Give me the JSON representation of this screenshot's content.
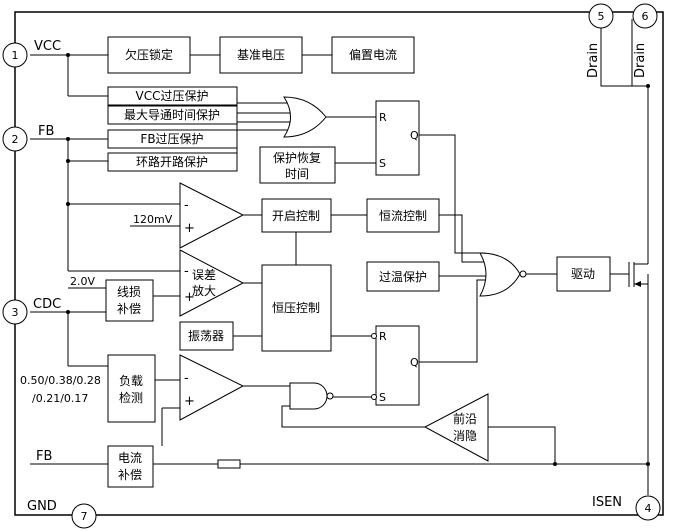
{
  "pins": {
    "p1": {
      "num": "1",
      "label": "VCC"
    },
    "p2": {
      "num": "2",
      "label": "FB"
    },
    "p3": {
      "num": "3",
      "label": "CDC"
    },
    "p4": {
      "num": "4",
      "label": "ISEN"
    },
    "p5": {
      "num": "5",
      "label": "Drain"
    },
    "p6": {
      "num": "6",
      "label": "Drain"
    },
    "p7": {
      "num": "7",
      "label": "GND"
    }
  },
  "blocks": {
    "uvlo": "欠压锁定",
    "vref": "基准电压",
    "bias": "偏置电流",
    "vcc_ovp": "VCC过压保护",
    "max_on": "最大导通时间保护",
    "fb_ovp": "FB过压保护",
    "loop_open": "环路开路保护",
    "recovery_l1": "保护恢复",
    "recovery_l2": "时间",
    "startup": "开启控制",
    "cc": "恒流控制",
    "otp": "过温保护",
    "driver": "驱动",
    "ea_l1": "误差",
    "ea_l2": "放大",
    "line_comp_l1": "线损",
    "line_comp_l2": "补偿",
    "cv": "恒压控制",
    "osc": "振荡器",
    "load_det_l1": "负载",
    "load_det_l2": "检测",
    "leb_l1": "前沿",
    "leb_l2": "消隐",
    "cur_comp_l1": "电流",
    "cur_comp_l2": "补偿"
  },
  "labels": {
    "ref_120": "120mV",
    "ref_20": "2.0V",
    "ref_load_l1": "0.50/0.38/0.28",
    "ref_load_l2": "/0.21/0.17",
    "fb_lower": "FB",
    "minus": "-",
    "plus": "+"
  },
  "flipflop": {
    "r": "R",
    "s": "S",
    "q": "Q"
  }
}
